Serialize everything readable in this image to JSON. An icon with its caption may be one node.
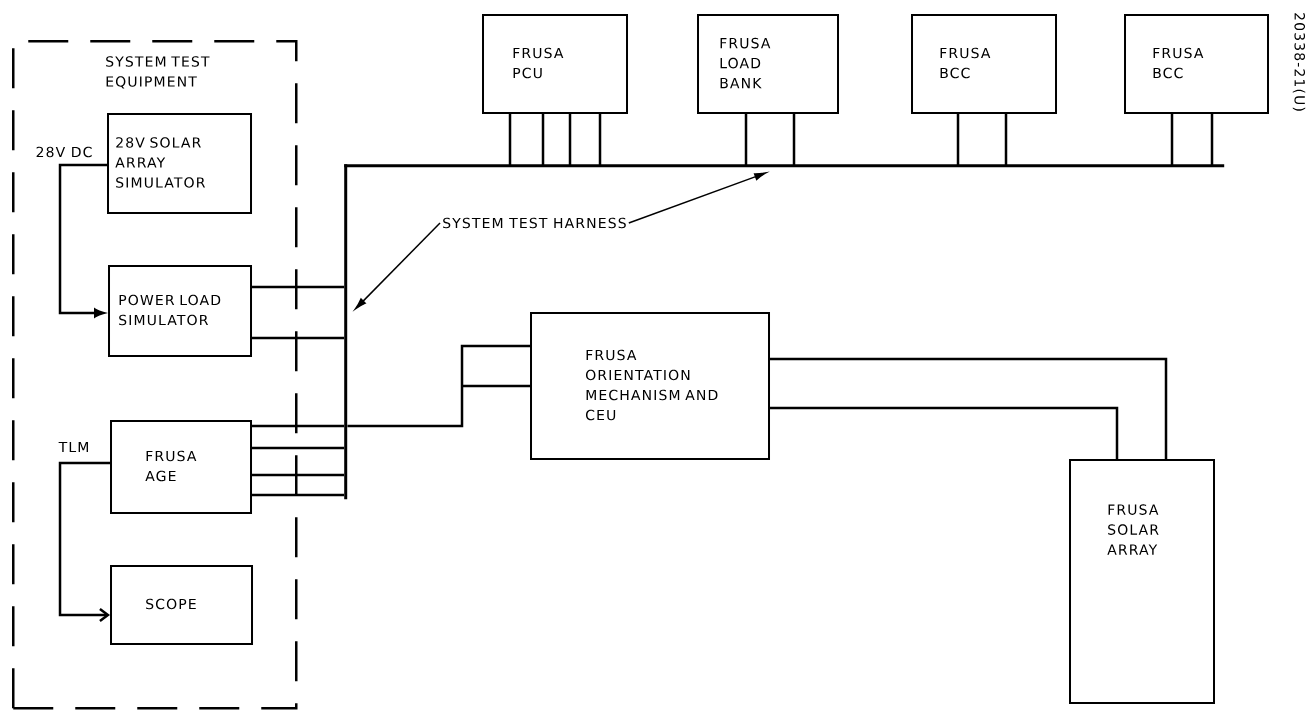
{
  "diagram": {
    "nodes": [
      {
        "text": [
          "SYSTEM TEST EQUIPMENT"
        ]
      },
      {
        "text": [
          "28V SOLAR ARRAY SIMULATOR"
        ],
        "in": 0
      },
      {
        "text": [
          "POWER LOAD SIMULATOR"
        ],
        "in": 0
      },
      {
        "text": [
          "FRUSA AGE"
        ],
        "in": 0
      },
      {
        "text": [
          "SCOPE"
        ],
        "in": 0
      },
      {
        "text": [
          "FRUSA PCU"
        ]
      },
      {
        "text": [
          "FRUSA LOAD BANK"
        ]
      },
      {
        "text": [
          "FRUSA BCC"
        ]
      },
      {
        "text": [
          "FRUSA BCC"
        ]
      },
      {
        "text": [
          "SYSTEM TEST HARNESS"
        ]
      },
      {
        "text": [],
        "shape": "bar"
      },
      {
        "text": [],
        "shape": "bar"
      },
      {
        "text": [
          "FRUSA ORIENTATION MECHANISM AND CEU"
        ]
      },
      {
        "text": [
          "FRUSA SOLAR ARRAY"
        ]
      }
    ],
    "edges": [
      {
        "from": 1,
        "to": 2,
        "arrow": "to",
        "label": "28V DC"
      },
      {
        "from": 3,
        "to": 4,
        "arrow": "to",
        "label": "TLM"
      },
      {
        "from": 9,
        "to": 10,
        "arrow": "to"
      },
      {
        "from": 9,
        "to": 11,
        "arrow": "to"
      },
      {
        "from": 2,
        "to": 10,
        "arrow": "none"
      },
      {
        "from": 3,
        "to": 10,
        "arrow": "none"
      },
      {
        "from": 12,
        "to": 10,
        "arrow": "none"
      },
      {
        "from": 5,
        "to": 11,
        "arrow": "none"
      },
      {
        "from": 6,
        "to": 11,
        "arrow": "none"
      },
      {
        "from": 7,
        "to": 11,
        "arrow": "none"
      },
      {
        "from": 8,
        "to": 11,
        "arrow": "none"
      },
      {
        "from": 12,
        "to": 13,
        "arrow": "none"
      }
    ],
    "labels": [
      "20338-21(U)"
    ]
  }
}
